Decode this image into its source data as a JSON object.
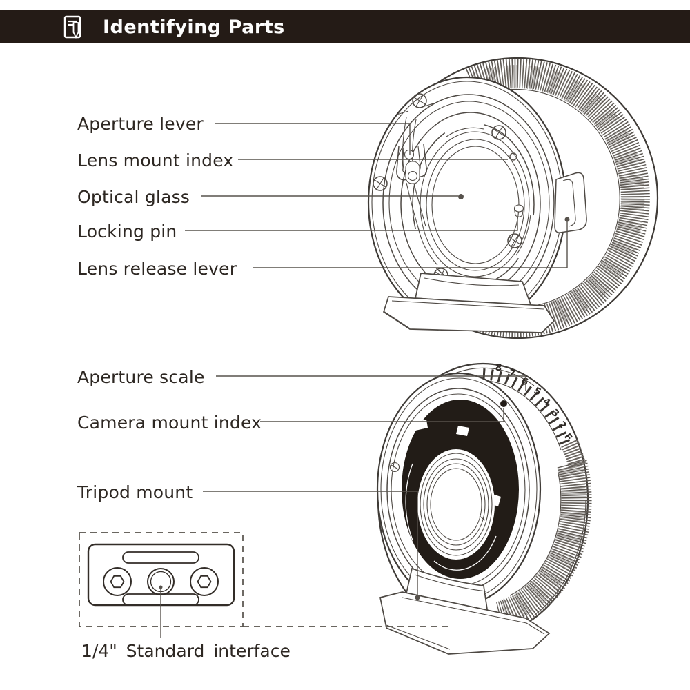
{
  "header": {
    "title": "Identifying Parts",
    "icon": "document-pencil-icon"
  },
  "top_figure": {
    "labels": {
      "aperture_lever": "Aperture lever",
      "lens_mount_index": "Lens mount index",
      "optical_glass": "Optical glass",
      "locking_pin": "Locking pin",
      "lens_release_lever": "Lens release lever"
    }
  },
  "bottom_figure": {
    "labels": {
      "aperture_scale": "Aperture scale",
      "camera_mount_index": "Camera mount index",
      "tripod_mount": "Tripod mount"
    },
    "aperture_scale_marks": [
      "8",
      "7",
      "6",
      "5",
      "4",
      "3",
      "2",
      "F"
    ]
  },
  "inset": {
    "caption": "1/4\" Standard interface"
  },
  "colors": {
    "header_bg": "#241b16",
    "header_text": "#ffffff",
    "line_art": "#4e4944",
    "dark_ring": "#221c17"
  }
}
